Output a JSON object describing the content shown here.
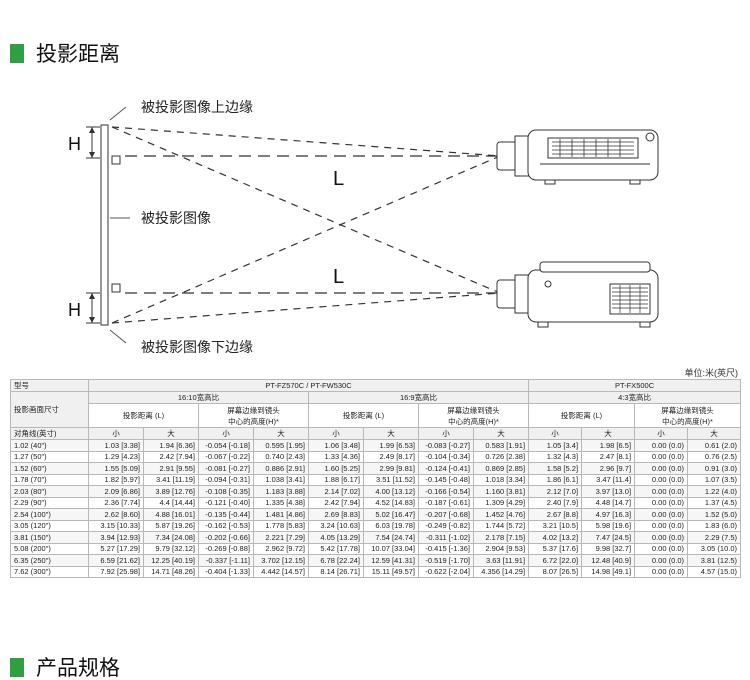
{
  "section1_title": "投影距离",
  "section2_title": "产品规格",
  "diagram": {
    "top_edge_label": "被投影图像上边缘",
    "image_label": "被投影图像",
    "bottom_edge_label": "被投影图像下边缘",
    "h_label": "H",
    "l_label": "L"
  },
  "unit_label": "单位:米(英尺)",
  "table": {
    "model_label": "型号",
    "model_a": "PT-FZ570C / PT-FW530C",
    "model_b": "PT-FX500C",
    "screen_size_label": "投影画面尺寸",
    "aspect_a1": "16:10宽高比",
    "aspect_a2": "16:9宽高比",
    "aspect_b": "4:3宽高比",
    "throw_label": "投影距离 (L)",
    "height_label_line1": "屏幕边缘到镜头",
    "height_label_line2": "中心的高度(H)*",
    "diag_label": "对角线(英寸)",
    "min_label": "小",
    "max_label": "大",
    "rows": [
      {
        "diag": "1.02 (40\")",
        "a1": "1.03 [3.38]",
        "a2": "1.94 [6.36]",
        "a3": "-0.054 [-0.18]",
        "a4": "0.595 [1.95]",
        "b1": "1.06 [3.48]",
        "b2": "1.99 [6.53]",
        "b3": "-0.083 [-0.27]",
        "b4": "0.583 [1.91]",
        "c1": "1.05 [3.4]",
        "c2": "1.98 [6.5]",
        "c3": "0.00 (0.0)",
        "c4": "0.61 (2.0)"
      },
      {
        "diag": "1.27 (50\")",
        "a1": "1.29 [4.23]",
        "a2": "2.42 [7.94]",
        "a3": "-0.067 [-0.22]",
        "a4": "0.740 [2.43]",
        "b1": "1.33 [4.36]",
        "b2": "2.49 [8.17]",
        "b3": "-0.104 [-0.34]",
        "b4": "0.726 [2.38]",
        "c1": "1.32 [4.3]",
        "c2": "2.47 [8.1]",
        "c3": "0.00 (0.0)",
        "c4": "0.76 (2.5)"
      },
      {
        "diag": "1.52 (60\")",
        "a1": "1.55 [5.09]",
        "a2": "2.91 [9.55]",
        "a3": "-0.081 [-0.27]",
        "a4": "0.886 [2.91]",
        "b1": "1.60 [5.25]",
        "b2": "2.99 [9.81]",
        "b3": "-0.124 [-0.41]",
        "b4": "0.869 [2.85]",
        "c1": "1.58 [5.2]",
        "c2": "2.96 [9.7]",
        "c3": "0.00 (0.0)",
        "c4": "0.91 (3.0)"
      },
      {
        "diag": "1.78 (70\")",
        "a1": "1.82 [5.97]",
        "a2": "3.41 [11.19]",
        "a3": "-0.094 [-0.31]",
        "a4": "1.038 [3.41]",
        "b1": "1.88 [6.17]",
        "b2": "3.51 [11.52]",
        "b3": "-0.145 [-0.48]",
        "b4": "1.018 [3.34]",
        "c1": "1.86 [6.1]",
        "c2": "3.47 [11.4]",
        "c3": "0.00 (0.0)",
        "c4": "1.07 (3.5)"
      },
      {
        "diag": "2.03 (80\")",
        "a1": "2.09 [6.86]",
        "a2": "3.89 [12.76]",
        "a3": "-0.108 [-0.35]",
        "a4": "1.183 [3.88]",
        "b1": "2.14 [7.02]",
        "b2": "4.00 [13.12]",
        "b3": "-0.166 [-0.54]",
        "b4": "1.160 [3.81]",
        "c1": "2.12 [7.0]",
        "c2": "3.97 [13.0]",
        "c3": "0.00 (0.0)",
        "c4": "1.22 (4.0)"
      },
      {
        "diag": "2.29 (90\")",
        "a1": "2.36 [7.74]",
        "a2": "4.4 [14.44]",
        "a3": "-0.121 [-0.40]",
        "a4": "1.335 [4.38]",
        "b1": "2.42 [7.94]",
        "b2": "4.52 [14.83]",
        "b3": "-0.187 [-0.61]",
        "b4": "1.309 [4.29]",
        "c1": "2.40 [7.9]",
        "c2": "4.48 [14.7]",
        "c3": "0.00 (0.0)",
        "c4": "1.37 (4.5)"
      },
      {
        "diag": "2.54 (100\")",
        "a1": "2.62 [8.60]",
        "a2": "4.88 [16.01]",
        "a3": "-0.135 [-0.44]",
        "a4": "1.481 [4.86]",
        "b1": "2.69 [8.83]",
        "b2": "5.02 [16.47]",
        "b3": "-0.207 [-0.68]",
        "b4": "1.452 [4.76]",
        "c1": "2.67 [8.8]",
        "c2": "4.97 [16.3]",
        "c3": "0.00 (0.0)",
        "c4": "1.52 (5.0)"
      },
      {
        "diag": "3.05 (120\")",
        "a1": "3.15 [10.33]",
        "a2": "5.87 [19.26]",
        "a3": "-0.162 [-0.53]",
        "a4": "1.778 [5.83]",
        "b1": "3.24 [10.63]",
        "b2": "6.03 [19.78]",
        "b3": "-0.249 [-0.82]",
        "b4": "1.744 [5.72]",
        "c1": "3.21 [10.5]",
        "c2": "5.98 [19.6]",
        "c3": "0.00 (0.0)",
        "c4": "1.83 (6.0)"
      },
      {
        "diag": "3.81 (150\")",
        "a1": "3.94 [12.93]",
        "a2": "7.34 [24.08]",
        "a3": "-0.202 [-0.66]",
        "a4": "2.221 [7.29]",
        "b1": "4.05 [13.29]",
        "b2": "7.54 [24.74]",
        "b3": "-0.311 [-1.02]",
        "b4": "2.178 [7.15]",
        "c1": "4.02 [13.2]",
        "c2": "7.47 [24.5]",
        "c3": "0.00 (0.0)",
        "c4": "2.29 (7.5)"
      },
      {
        "diag": "5.08 (200\")",
        "a1": "5.27 [17.29]",
        "a2": "9.79 [32.12]",
        "a3": "-0.269 [-0.88]",
        "a4": "2.962 [9.72]",
        "b1": "5.42 [17.78]",
        "b2": "10.07 [33.04]",
        "b3": "-0.415 [-1.36]",
        "b4": "2.904 [9.53]",
        "c1": "5.37 [17.6]",
        "c2": "9.98 [32.7]",
        "c3": "0.00 (0.0)",
        "c4": "3.05 (10.0)"
      },
      {
        "diag": "6.35 (250\")",
        "a1": "6.59 [21.62]",
        "a2": "12.25 [40.19]",
        "a3": "-0.337 [-1.11]",
        "a4": "3.702 [12.15]",
        "b1": "6.78 [22.24]",
        "b2": "12.59 [41.31]",
        "b3": "-0.519 [-1.70]",
        "b4": "3.63 [11.91]",
        "c1": "6.72 [22.0]",
        "c2": "12.48 [40.9]",
        "c3": "0.00 (0.0)",
        "c4": "3.81 (12.5)"
      },
      {
        "diag": "7.62 (300\")",
        "a1": "7.92 [25.98]",
        "a2": "14.71 [48.26]",
        "a3": "-0.404 [-1.33]",
        "a4": "4.442 [14.57]",
        "b1": "8.14 [26.71]",
        "b2": "15.11 [49.57]",
        "b3": "-0.622 [-2.04]",
        "b4": "4.356 [14.29]",
        "c1": "8.07 [26.5]",
        "c2": "14.98 [49.1]",
        "c3": "0.00 (0.0)",
        "c4": "4.57 (15.0)"
      }
    ]
  }
}
